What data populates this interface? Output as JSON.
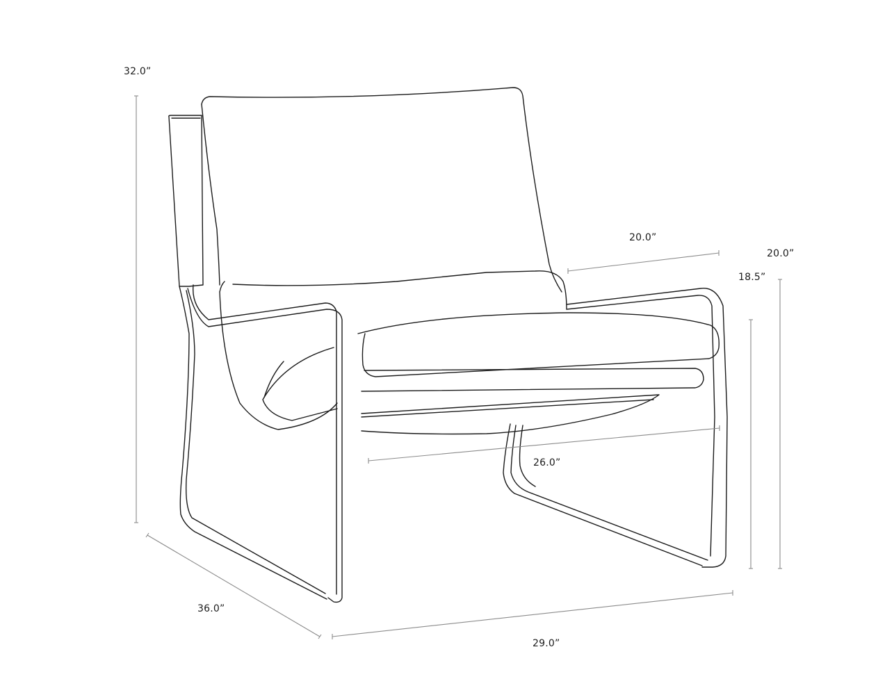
{
  "diagram": {
    "subject": "Lounge chair dimension line drawing",
    "colors": {
      "line": "#1a1a1a",
      "dimension_line": "#8a8a8a",
      "background": "#ffffff"
    },
    "dimensions": {
      "overall_height": "32.0”",
      "seat_depth": "20.0”",
      "arm_height": "20.0”",
      "seat_height": "18.5”",
      "seat_width": "26.0”",
      "overall_depth": "36.0”",
      "overall_width": "29.0”"
    }
  }
}
